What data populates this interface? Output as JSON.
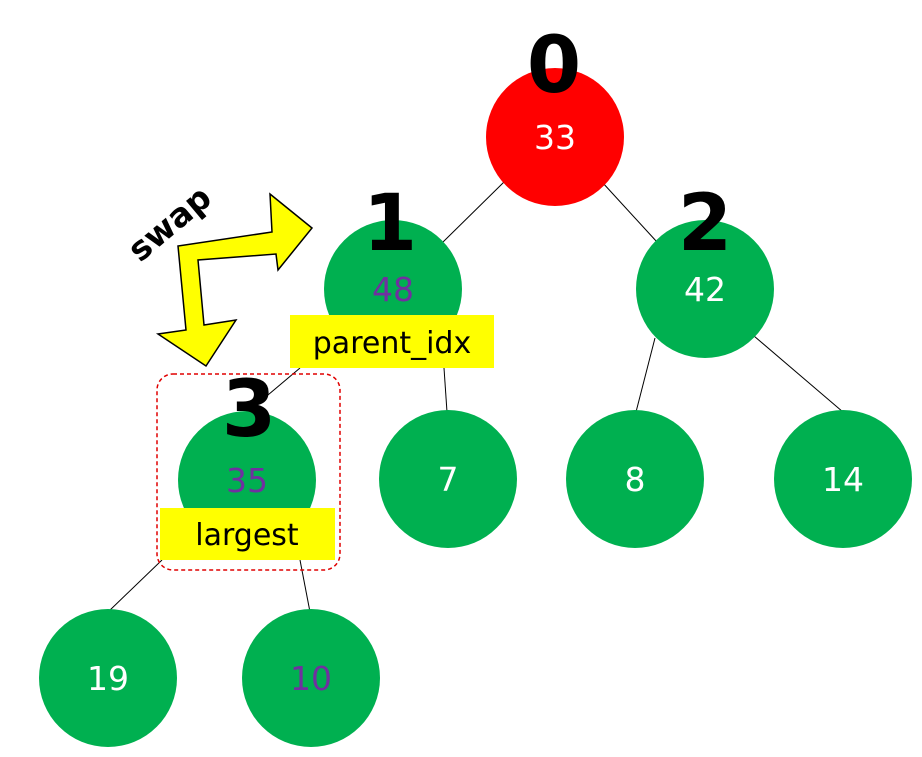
{
  "diagram": {
    "nodes": [
      {
        "id": "n0",
        "value": "33",
        "index_label": "0",
        "fill": "#ff0000",
        "text_color": "#ffffff"
      },
      {
        "id": "n1",
        "value": "48",
        "index_label": "1",
        "fill": "#00b050",
        "text_color": "#7030a0"
      },
      {
        "id": "n2",
        "value": "42",
        "index_label": "2",
        "fill": "#00b050",
        "text_color": "#ffffff"
      },
      {
        "id": "n3",
        "value": "35",
        "index_label": "3",
        "fill": "#00b050",
        "text_color": "#7030a0"
      },
      {
        "id": "n4",
        "value": "7",
        "fill": "#00b050",
        "text_color": "#ffffff"
      },
      {
        "id": "n5",
        "value": "8",
        "fill": "#00b050",
        "text_color": "#ffffff"
      },
      {
        "id": "n6",
        "value": "14",
        "fill": "#00b050",
        "text_color": "#ffffff"
      },
      {
        "id": "n7",
        "value": "19",
        "fill": "#00b050",
        "text_color": "#ffffff"
      },
      {
        "id": "n8",
        "value": "10",
        "fill": "#00b050",
        "text_color": "#7030a0"
      }
    ],
    "edges": [
      [
        "n0",
        "n1"
      ],
      [
        "n0",
        "n2"
      ],
      [
        "n1",
        "n3"
      ],
      [
        "n1",
        "n4"
      ],
      [
        "n2",
        "n5"
      ],
      [
        "n2",
        "n6"
      ],
      [
        "n3",
        "n7"
      ],
      [
        "n3",
        "n8"
      ]
    ],
    "labels": {
      "parent_idx": "parent_idx",
      "largest": "largest",
      "swap": "swap"
    },
    "colors": {
      "label_bg": "#ffff00",
      "arrow_fill": "#ffff00",
      "highlight_border": "#e00000",
      "edge": "#000000"
    },
    "icons": {
      "swap_arrow": "double-bend-arrow-icon"
    }
  }
}
